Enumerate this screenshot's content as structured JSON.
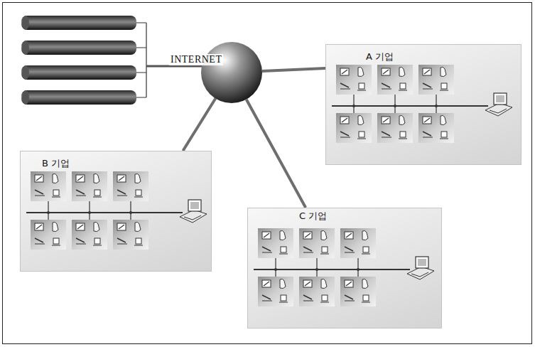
{
  "diagram": {
    "nodes": [
      {
        "text": [
          "INTERNET"
        ]
      },
      {
        "text": [
          "A 기업"
        ]
      },
      {
        "text": [
          "B 기업"
        ]
      },
      {
        "text": [
          "C 기업"
        ]
      }
    ],
    "edges": [
      {
        "from": 0,
        "to": 1,
        "arrow": "none"
      },
      {
        "from": 0,
        "to": 2,
        "arrow": "none"
      },
      {
        "from": 0,
        "to": 3,
        "arrow": "none"
      }
    ]
  }
}
